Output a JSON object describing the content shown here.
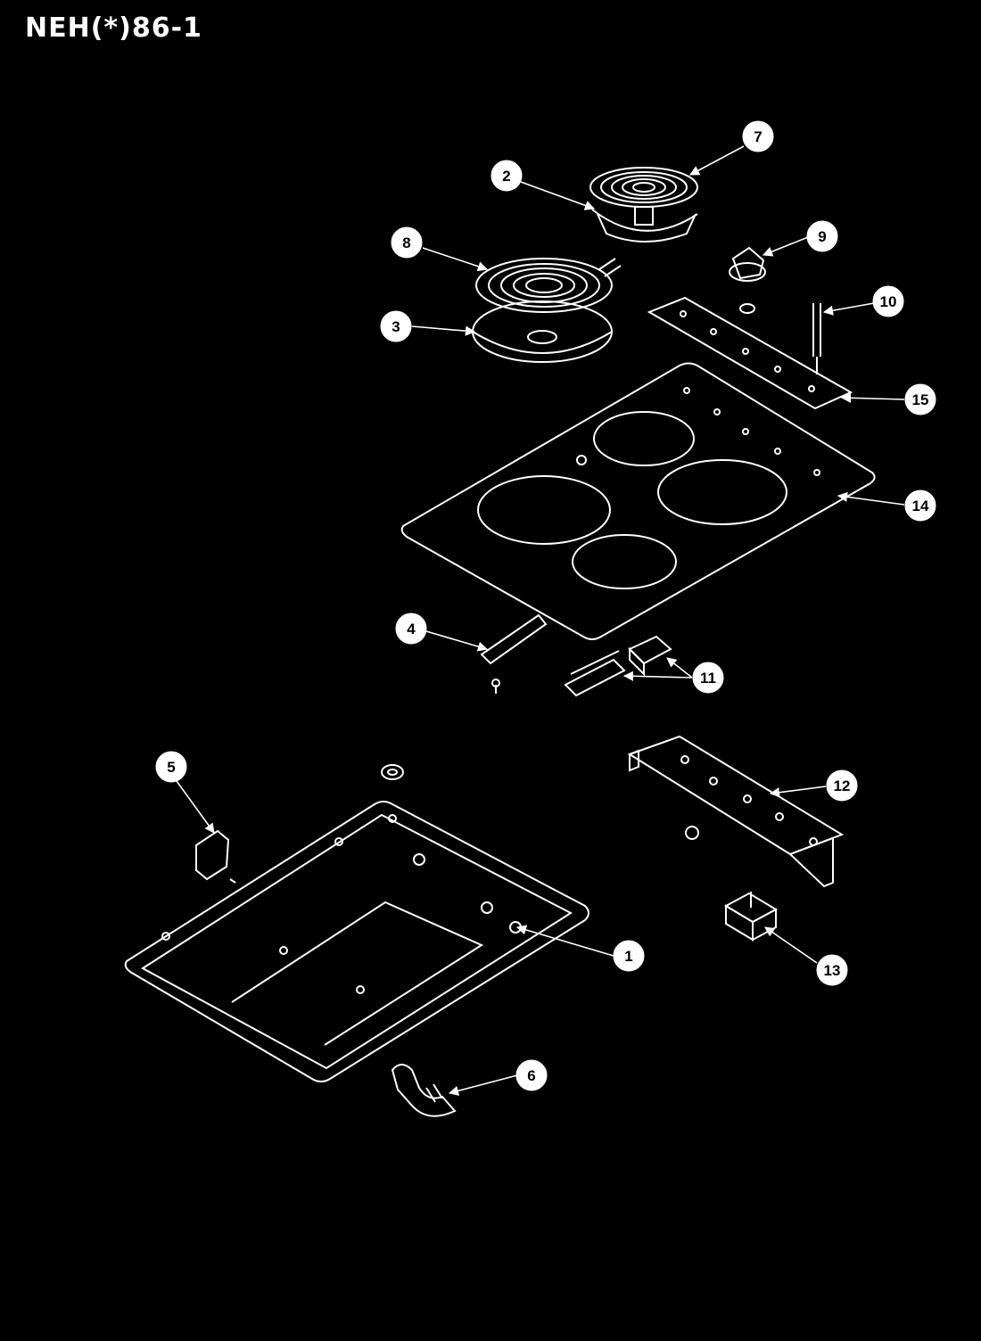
{
  "title": "NEH(*)86-1",
  "colors": {
    "background": "#000000",
    "line": "#ffffff"
  },
  "callouts": [
    "1",
    "2",
    "3",
    "4",
    "5",
    "6",
    "7",
    "8",
    "9",
    "10",
    "11",
    "12",
    "13",
    "14",
    "15"
  ]
}
